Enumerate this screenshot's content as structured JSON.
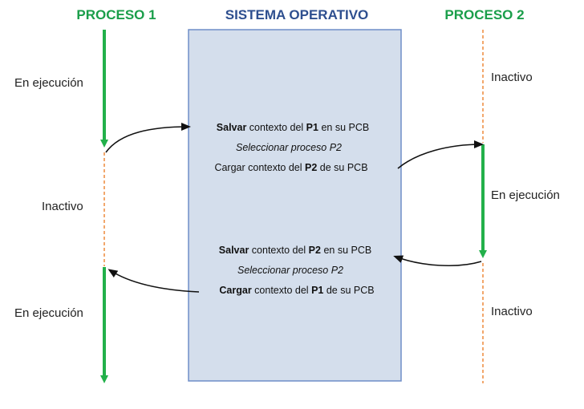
{
  "headers": {
    "process1": "PROCESO 1",
    "os": "SISTEMA OPERATIVO",
    "process2": "PROCESO 2"
  },
  "states": {
    "p1_top": "En ejecución",
    "p1_middle": "Inactivo",
    "p1_bottom": "En ejecución",
    "p2_top": "Inactivo",
    "p2_middle": "En ejecución",
    "p2_bottom": "Inactivo"
  },
  "os_steps_1": {
    "line1": {
      "bold1": "Salvar",
      "text1": " contexto del ",
      "bold2": "P1",
      "text2": " en su PCB"
    },
    "line2": "Seleccionar proceso P2",
    "line3": {
      "text1": "Cargar contexto del ",
      "bold1": "P2",
      "text2": " de su PCB"
    }
  },
  "os_steps_2": {
    "line1": {
      "bold1": "Salvar",
      "text1": " contexto del ",
      "bold2": "P2",
      "text2": " en su PCB"
    },
    "line2": "Seleccionar proceso P2",
    "line3": {
      "bold1": "Cargar",
      "text1": " contexto del ",
      "bold2": "P1",
      "text2": " de su PCB"
    }
  },
  "colors": {
    "header_green": "#1a9e4a",
    "header_blue": "#2e4f8f",
    "running_green": "#22b04a",
    "inactive_orange": "#ee8a3c",
    "os_fill": "#d4deec",
    "os_border": "#6f8ec8"
  }
}
